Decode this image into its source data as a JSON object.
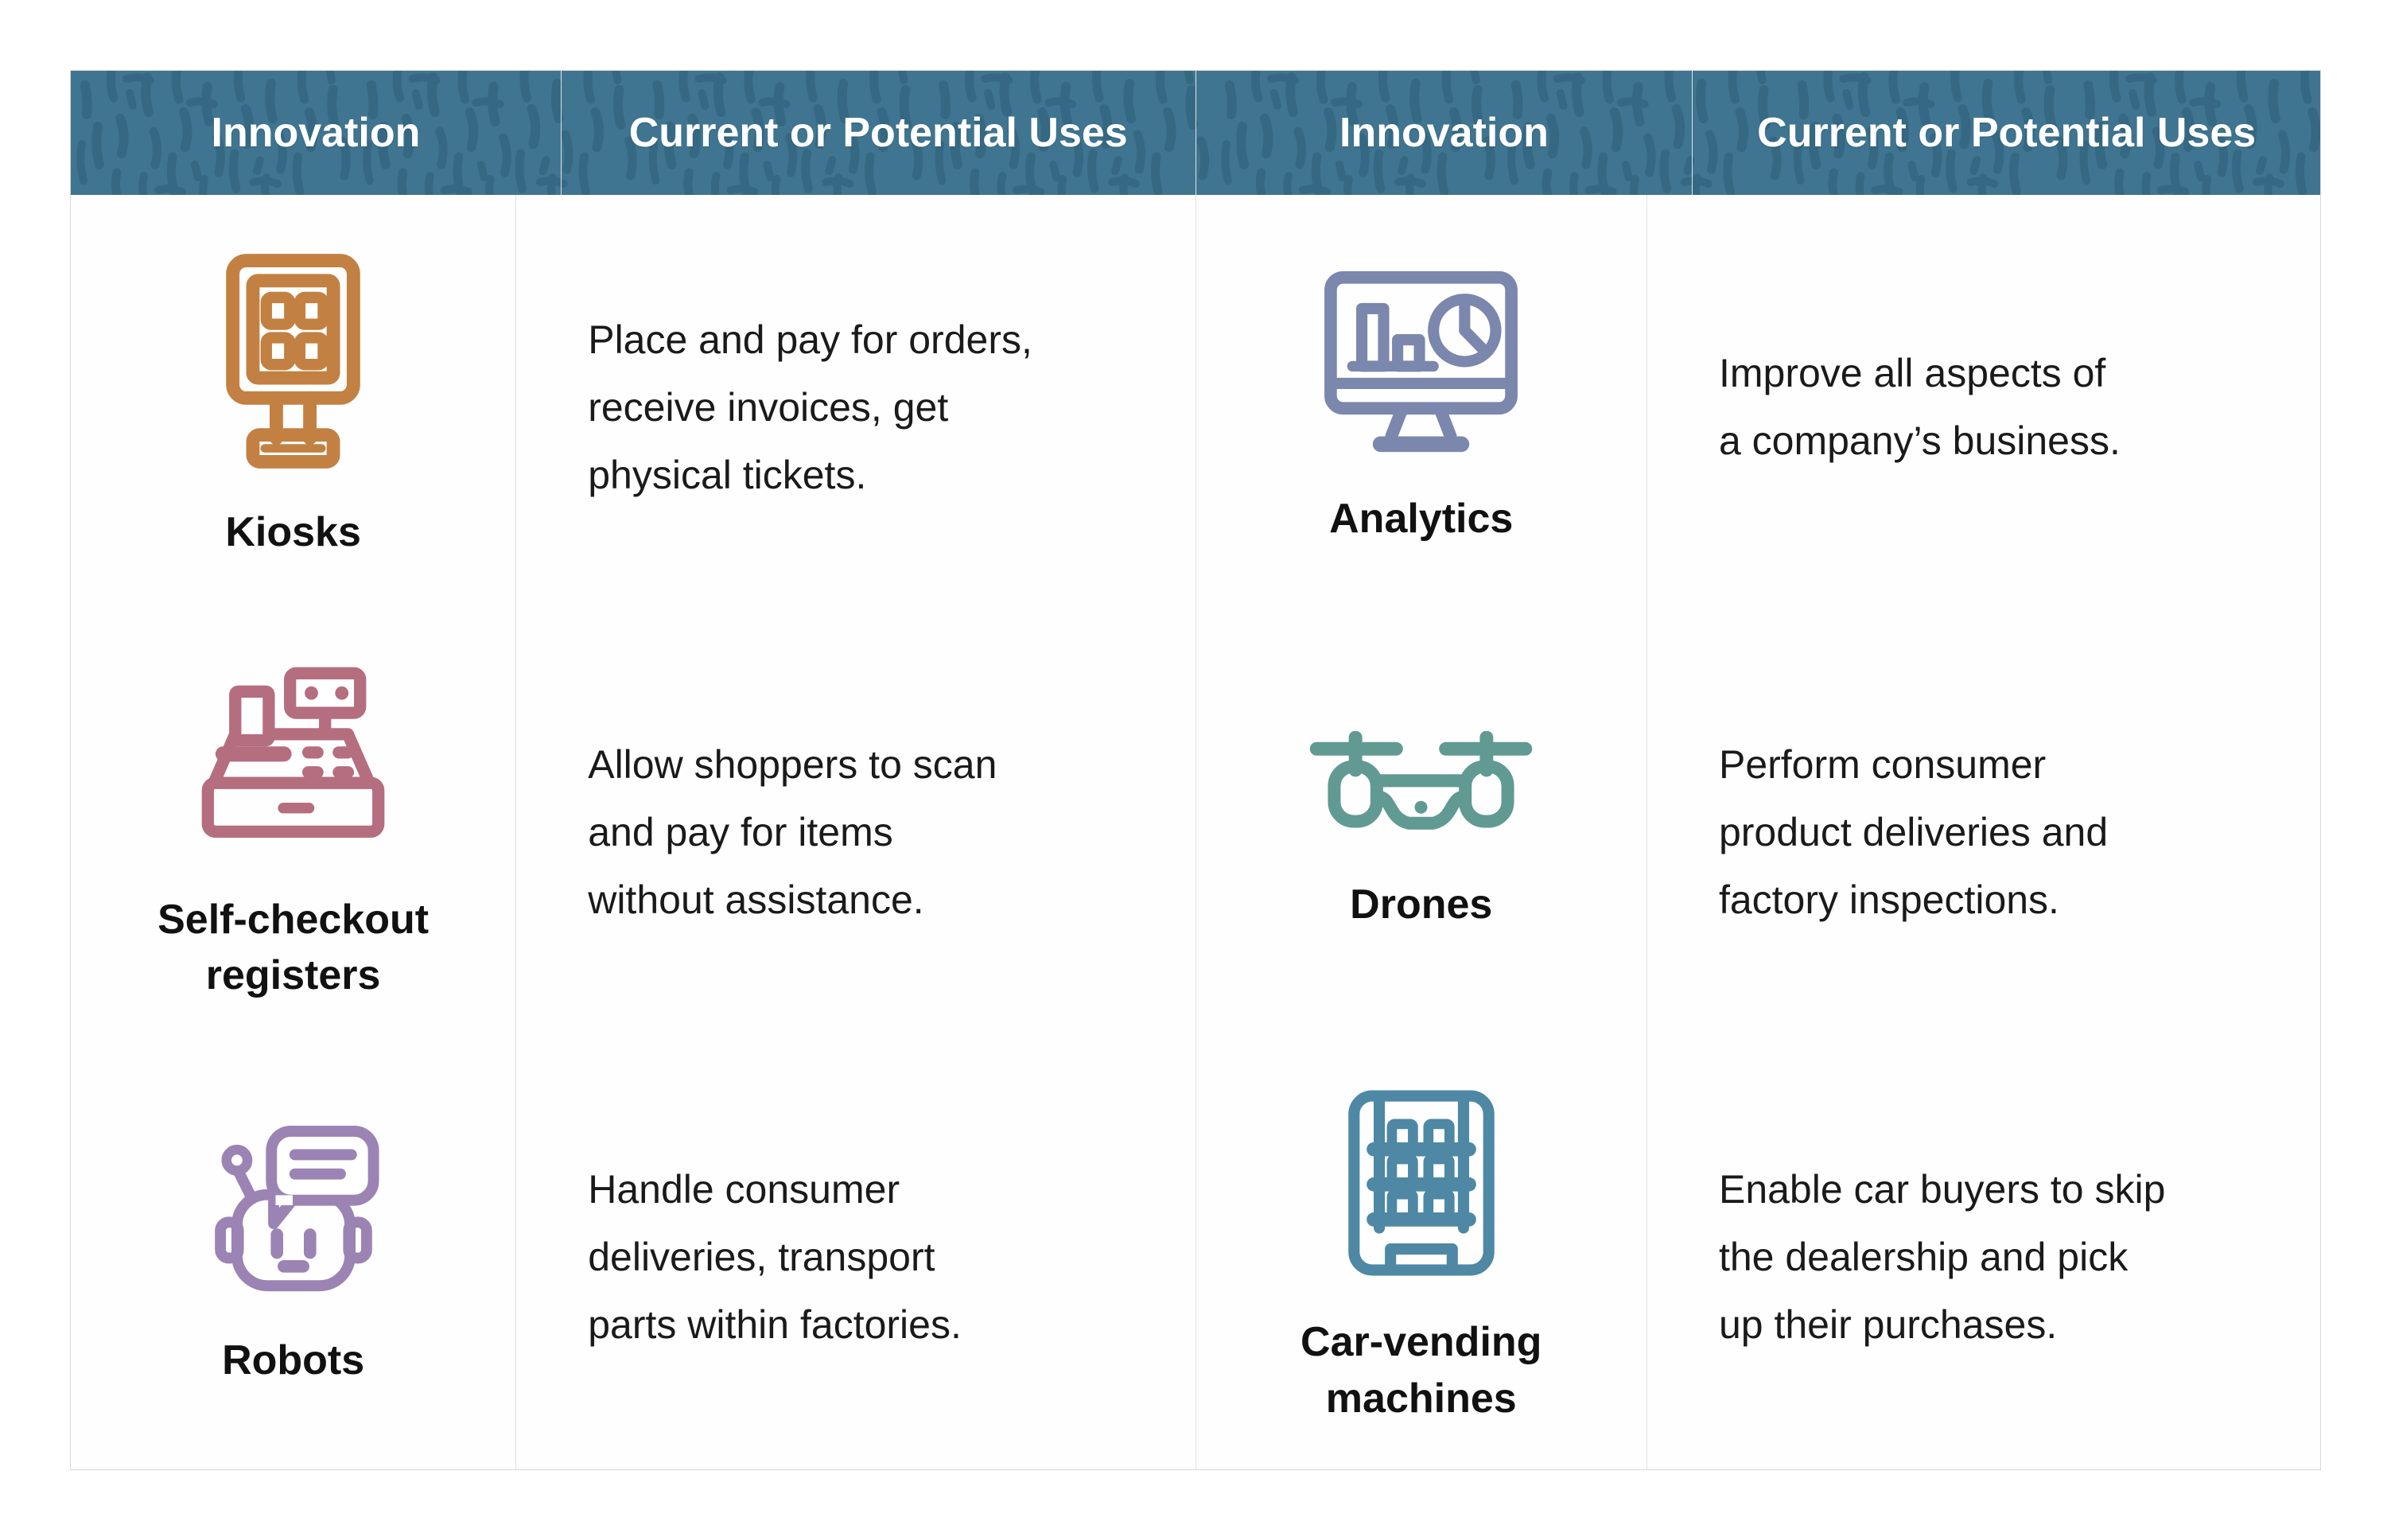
{
  "table": {
    "header": {
      "bg": "#3f7591",
      "pattern_color": "#346680",
      "text_color": "#ffffff",
      "columns": [
        "Innovation",
        "Current or Potential Uses",
        "Innovation",
        "Current or Potential Uses"
      ]
    },
    "rows": [
      {
        "cells": [
          {
            "type": "innovation",
            "icon": "kiosk-icon",
            "color": "#c28142",
            "label": "Kiosks"
          },
          {
            "type": "uses",
            "text": "Place and pay for orders,\nreceive invoices, get\nphysical tickets."
          },
          {
            "type": "innovation",
            "icon": "analytics-icon",
            "color": "#7b87ac",
            "label": "Analytics"
          },
          {
            "type": "uses",
            "text": "Improve all aspects of\na company’s business."
          }
        ]
      },
      {
        "cells": [
          {
            "type": "innovation",
            "icon": "cash-register-icon",
            "color": "#b56e7f",
            "label": "Self-checkout\nregisters"
          },
          {
            "type": "uses",
            "text": "Allow shoppers to scan\nand pay for items\nwithout assistance."
          },
          {
            "type": "innovation",
            "icon": "drone-icon",
            "color": "#619a93",
            "label": "Drones"
          },
          {
            "type": "uses",
            "text": "Perform consumer\nproduct deliveries and\nfactory inspections."
          }
        ]
      },
      {
        "cells": [
          {
            "type": "innovation",
            "icon": "robot-icon",
            "color": "#9b84b4",
            "label": "Robots"
          },
          {
            "type": "uses",
            "text": "Handle consumer\ndeliveries, transport\nparts within factories."
          },
          {
            "type": "innovation",
            "icon": "vending-machine-icon",
            "color": "#4e88a4",
            "label": "Car-vending\nmachines"
          },
          {
            "type": "uses",
            "text": "Enable car buyers to skip\nthe dealership and pick\nup their purchases."
          }
        ]
      }
    ]
  }
}
